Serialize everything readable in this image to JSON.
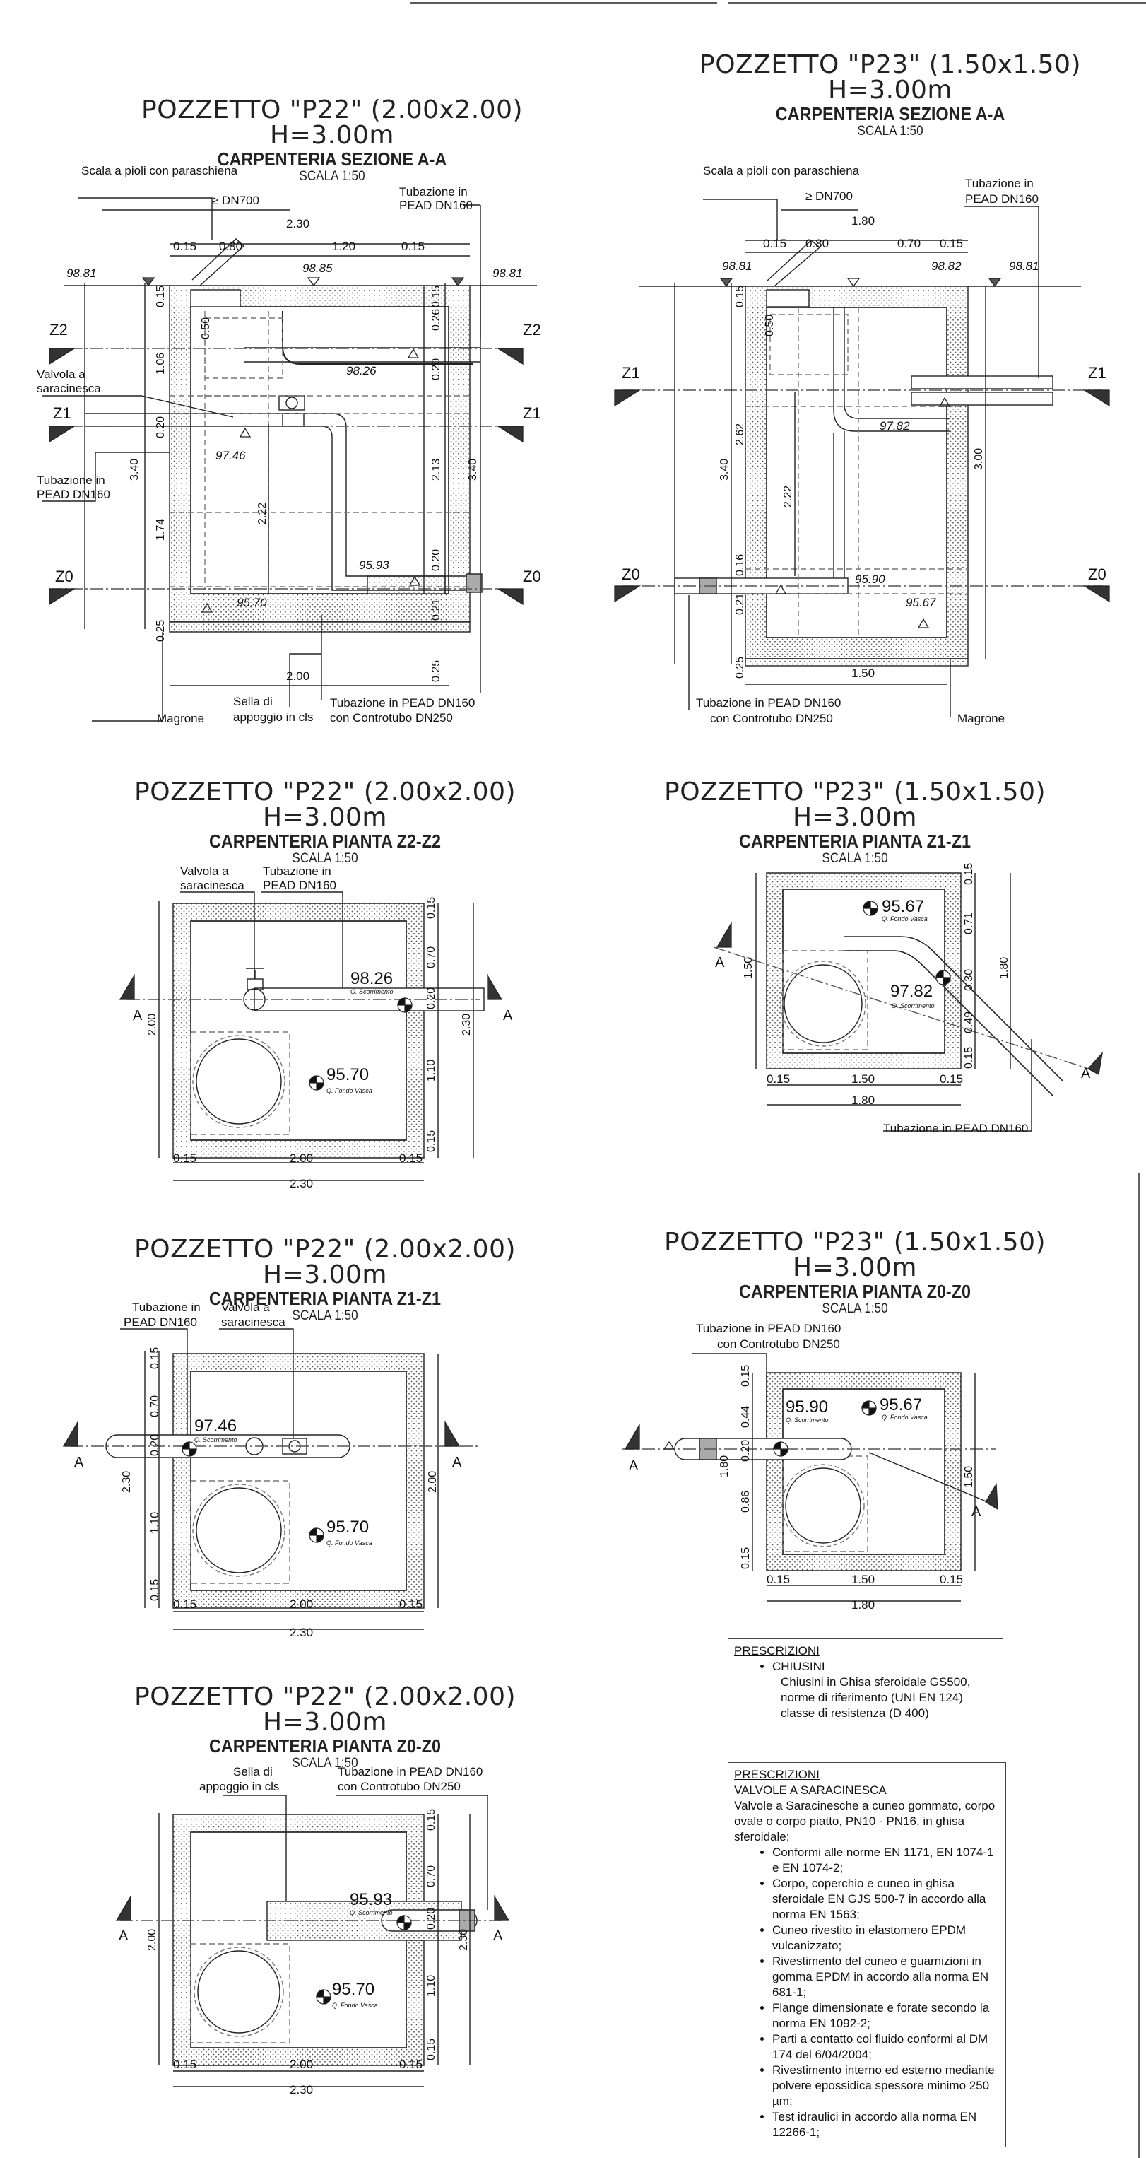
{
  "colors": {
    "line": "#222222",
    "hatch": "#555555",
    "dash": "#777777",
    "pipe": "#333333"
  },
  "titles": {
    "p22_sez": {
      "main": "POZZETTO \"P22\" (2.00x2.00) H=3.00m",
      "sub": "CARPENTERIA SEZIONE A-A",
      "scale": "SCALA 1:50"
    },
    "p23_sez": {
      "main": "POZZETTO \"P23\" (1.50x1.50) H=3.00m",
      "sub": "CARPENTERIA SEZIONE A-A",
      "scale": "SCALA 1:50"
    },
    "p22_z2": {
      "main": "POZZETTO \"P22\" (2.00x2.00) H=3.00m",
      "sub": "CARPENTERIA PIANTA Z2-Z2",
      "scale": "SCALA 1:50"
    },
    "p23_z1": {
      "main": "POZZETTO \"P23\" (1.50x1.50) H=3.00m",
      "sub": "CARPENTERIA PIANTA Z1-Z1",
      "scale": "SCALA 1:50"
    },
    "p22_z1": {
      "main": "POZZETTO \"P22\" (2.00x2.00) H=3.00m",
      "sub": "CARPENTERIA PIANTA Z1-Z1",
      "scale": "SCALA 1:50"
    },
    "p23_z0": {
      "main": "POZZETTO \"P23\" (1.50x1.50) H=3.00m",
      "sub": "CARPENTERIA PIANTA Z0-Z0",
      "scale": "SCALA 1:50"
    },
    "p22_z0": {
      "main": "POZZETTO \"P22\" (2.00x2.00) H=3.00m",
      "sub": "CARPENTERIA PIANTA Z0-Z0",
      "scale": "SCALA 1:50"
    }
  },
  "labels": {
    "scala_pioli": "Scala a pioli con paraschiena",
    "dn700": "≥ DN700",
    "tub_pead": "Tubazione in",
    "pead_dn160": "PEAD DN160",
    "valvola_a": "Valvola a",
    "saracinesca": "saracinesca",
    "sella": "Sella di",
    "appoggio": "appoggio in cls",
    "magrone": "Magrone",
    "tub_controtubo_1": "Tubazione in PEAD DN160",
    "tub_controtubo_2": "con Controtubo DN250",
    "tub_pead_full": "Tubazione in PEAD DN160",
    "q_scorr": "Q. Scorrimento",
    "q_fondo": "Q. Fondo Vasca",
    "sec_a": "A"
  },
  "levels": {
    "l9881": "98.81",
    "l9885": "98.85",
    "l9882": "98.82",
    "l9826": "98.26",
    "l9746": "97.46",
    "l9782": "97.82",
    "l9593": "95.93",
    "l9570": "95.70",
    "l9590": "95.90",
    "l9567": "95.67"
  },
  "zones": {
    "z0": "Z0",
    "z1": "Z1",
    "z2": "Z2"
  },
  "dims": {
    "d230": "2.30",
    "d200": "2.00",
    "d015": "0.15",
    "d080": "0.80",
    "d120": "1.20",
    "d150": "1.50",
    "d180": "1.80",
    "d070": "0.70",
    "d026": "0.26",
    "d020": "0.20",
    "d050": "0.50",
    "d106": "1.06",
    "d340": "3.40",
    "d174": "1.74",
    "d025": "0.25",
    "d222": "2.22",
    "d213": "2.13",
    "d021": "0.21",
    "d262": "2.62",
    "d016": "0.16",
    "d300": "3.00",
    "d110": "1.10",
    "d071": "0.71",
    "d049": "0.49",
    "d030": "0.30",
    "d044": "0.44",
    "d086": "0.86"
  },
  "notes1": {
    "head": "PRESCRIZIONI",
    "item": "CHIUSINI",
    "lines": [
      "Chiusini in Ghisa sferoidale GS500,",
      "norme di riferimento (UNI EN 124)",
      "classe di resistenza (D 400)"
    ]
  },
  "notes2": {
    "head": "PRESCRIZIONI",
    "sub": "VALVOLE A SARACINESCA",
    "intro": "Valvole a Saracinesche a cuneo gommato, corpo ovale o corpo piatto, PN10 - PN16, in ghisa sferoidale:",
    "items": [
      "Conformi alle norme EN 1171, EN 1074-1 e EN 1074-2;",
      "Corpo, coperchio e cuneo in ghisa sferoidale EN GJS 500-7 in accordo alla norma EN 1563;",
      "Cuneo rivestito in elastomero EPDM vulcanizzato;",
      "Rivestimento del cuneo e guarnizioni in gomma EPDM in accordo alla norma EN 681-1;",
      "Flange dimensionate e forate secondo la norma EN 1092-2;",
      "Parti a contatto col fluido conformi al DM 174 del 6/04/2004;",
      "Rivestimento interno ed esterno mediante polvere epossidica spessore minimo 250 µm;",
      "Test idraulici in accordo alla norma EN 12266-1;"
    ]
  }
}
